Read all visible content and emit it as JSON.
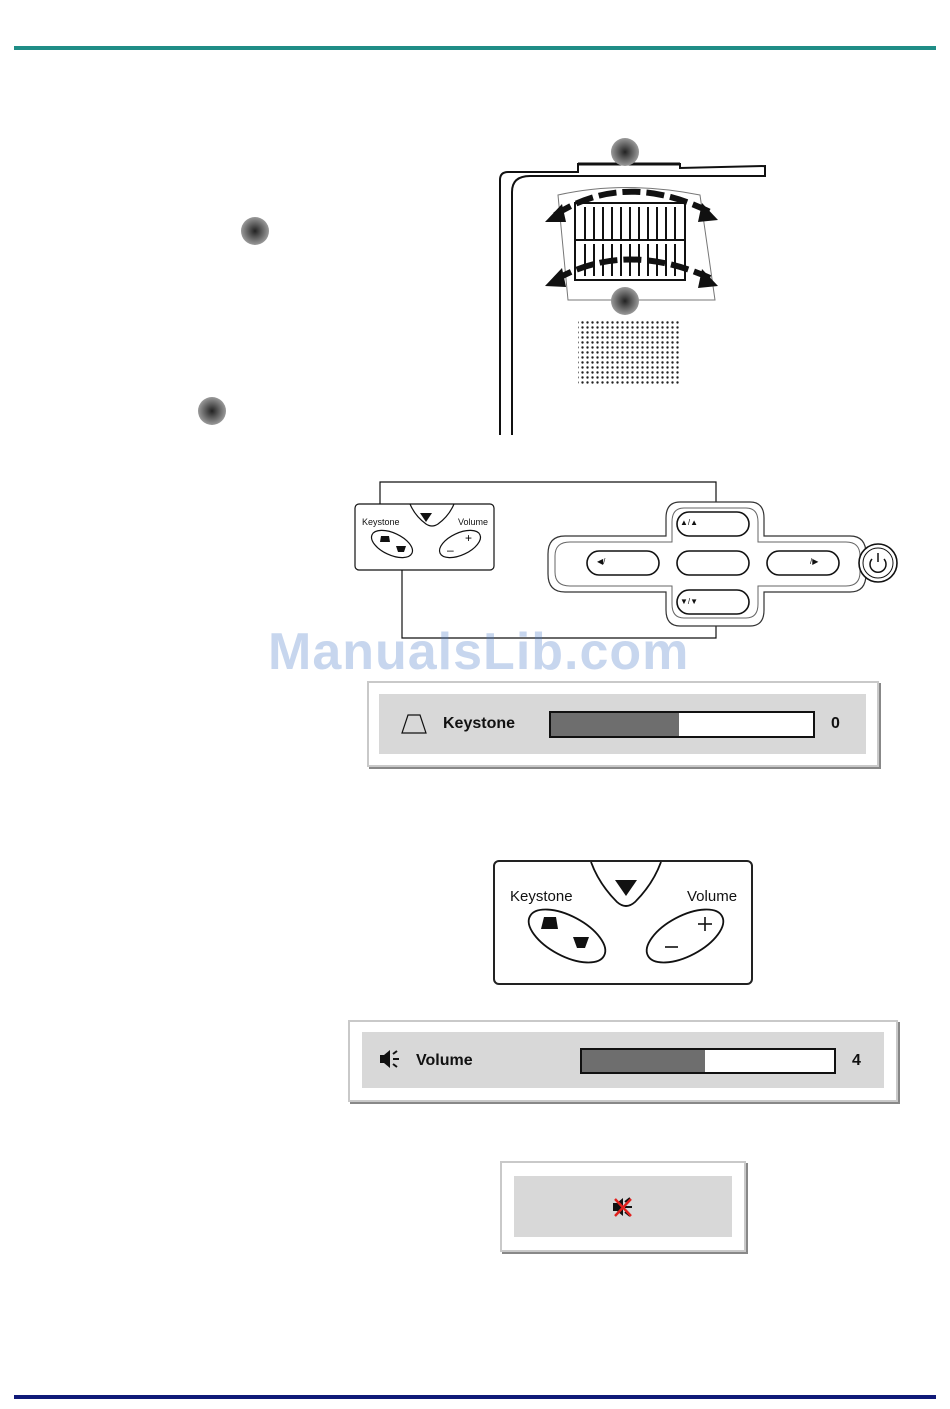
{
  "watermark": "ManualsLib.com",
  "small_panel": {
    "keystone_label": "Keystone",
    "volume_label": "Volume",
    "nav_up_label": "▲/▲",
    "nav_down_label": "▼/▼",
    "nav_left_label": "◀/",
    "nav_right_label": "/▶",
    "power_icon": "power-icon"
  },
  "keystone_osd": {
    "label": "Keystone",
    "value": "0",
    "fill_fraction": 0.49
  },
  "large_keypad": {
    "keystone_label": "Keystone",
    "volume_label": "Volume"
  },
  "volume_osd": {
    "label": "Volume",
    "value": "4",
    "fill_fraction": 0.49
  },
  "mute_osd": {
    "icon": "mute-speaker-icon"
  },
  "colors": {
    "top_rule": "#1f8d86",
    "bottom_rule": "#101a78",
    "osd_background": "#d8d8d8",
    "bar_fill": "#6e6e6e",
    "mute_red": "#e0201c"
  }
}
